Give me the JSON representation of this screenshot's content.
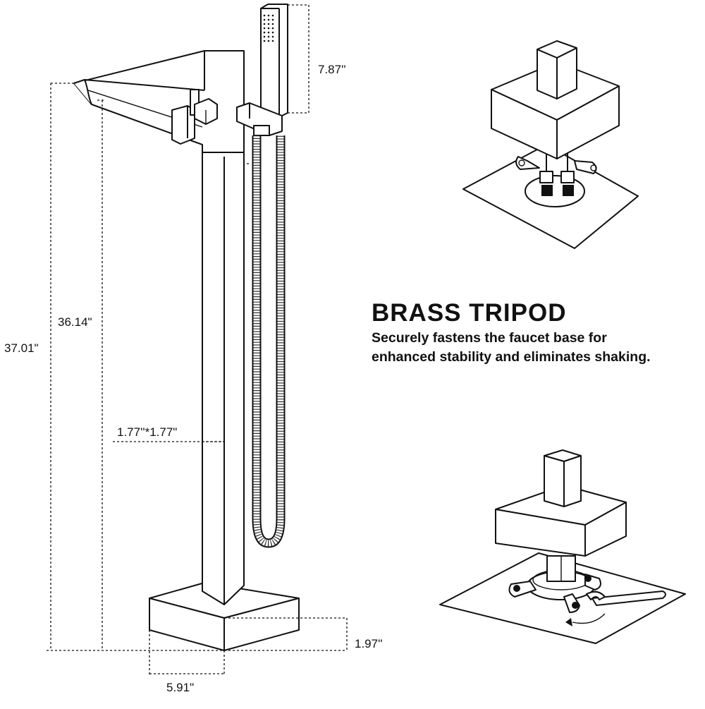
{
  "title": "BRASS TRIPOD",
  "description_lines": [
    "Securely fastens the faucet base for",
    "enhanced stability and eliminates shaking."
  ],
  "dimensions": {
    "handshower_height": "7.87''",
    "spout_height": "36.14\"",
    "total_height": "37.01\"",
    "pipe_section": "1.77''*1.77\"",
    "base_height": "1.97''",
    "base_width": "5.91\""
  }
}
